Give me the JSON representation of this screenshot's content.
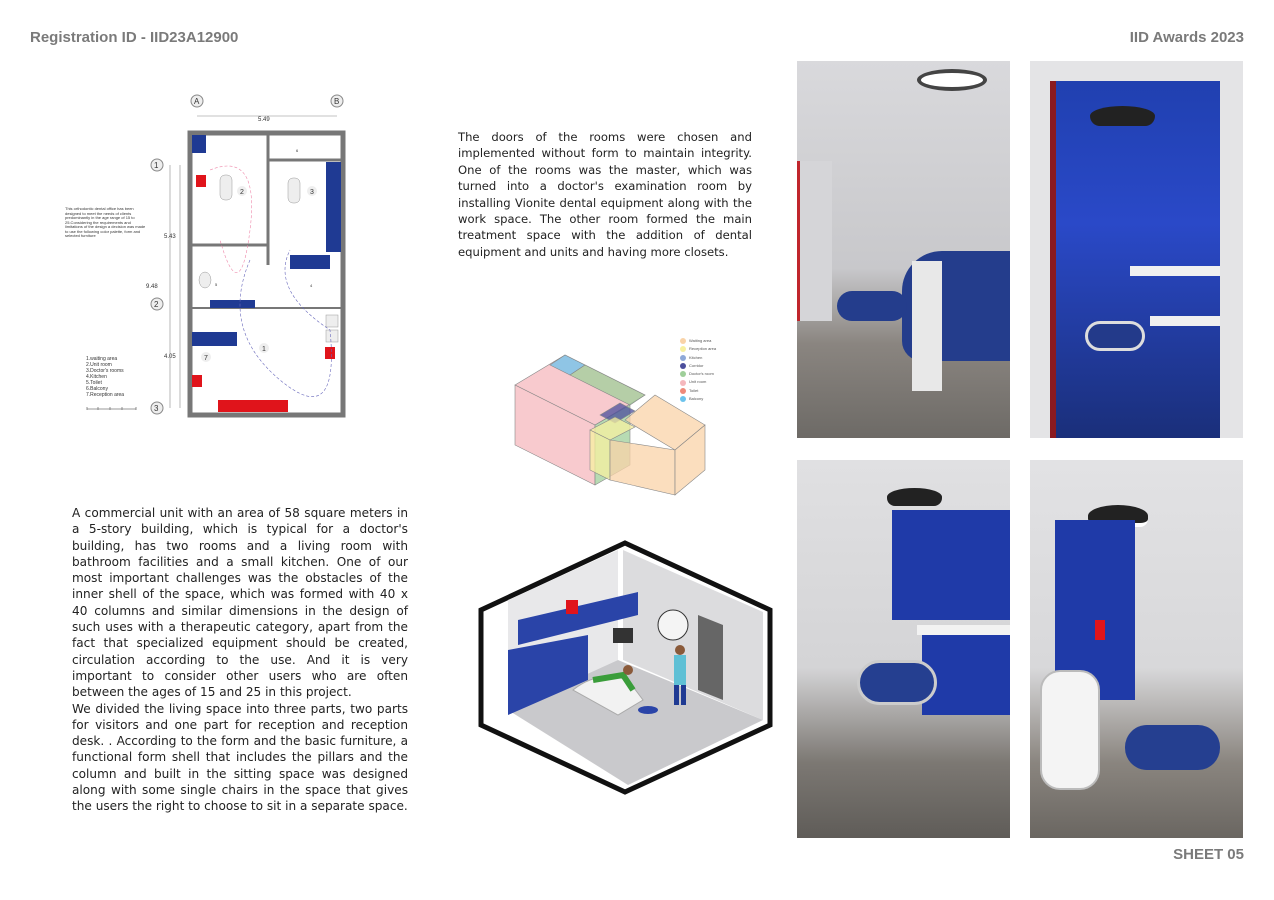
{
  "header": {
    "registration": "Registration ID - IID23A12900",
    "award": "IID Awards 2023"
  },
  "footer": {
    "sheet": "SHEET 05"
  },
  "plan": {
    "axes": [
      "A",
      "B",
      "1",
      "2",
      "3"
    ],
    "dimensions": [
      "5.49",
      "5.43",
      "9.48",
      "4.05"
    ],
    "room_numbers": [
      "1",
      "2",
      "3",
      "4",
      "5",
      "6",
      "7"
    ],
    "note": "This orthodontic dental office has been designed to meet the needs of clients predominantly in the age range of 15 to 25.Considering the requirements and limitations of the design a decision was made to use the following color palette, form and selected furniture",
    "legend": [
      "1.waiting area",
      "2.Unit room",
      "3.Doctor's rooms",
      "4.Kitchen",
      "5.Toilet",
      "6.Balcony",
      "7.Reception area"
    ]
  },
  "text_top": "  The doors of the rooms were chosen and implemented without form to maintain integrity. One of the rooms was the master, which was turned into a doctor's examination room by installing Vionite dental equipment along with the work space. The other room formed the main treatment space with the addition of dental equipment and units and having more closets.",
  "text_main": "A commercial unit with an area of 58 square meters in a 5-story building, which is typical for a doctor's building, has two rooms and a living room with bathroom facilities and a small kitchen.  One of our most important challenges was the obstacles of the inner shell of the space, which was formed with 40 x 40 columns and similar dimensions in the design of such uses with a therapeutic category, apart from the fact that specialized equipment should be created, circulation according to the use.  And it is very important to consider other users who are often between the ages of 15 and 25 in this project.\n We divided the living space into three parts, two parts for visitors and one part for reception and reception desk.  .  According to the form and the basic furniture, a functional form shell that includes the pillars and the column and built in the sitting space was designed along with some single chairs in the space that gives the users the right to choose to sit in a separate space.",
  "axo_legend": [
    {
      "label": "Waiting area",
      "color": "#f9d3a8"
    },
    {
      "label": "Reception area",
      "color": "#f7f0a0"
    },
    {
      "label": "Kitchen",
      "color": "#8fa9d8"
    },
    {
      "label": "Corridor",
      "color": "#4b4e9c"
    },
    {
      "label": "Doctor's room",
      "color": "#9fcf9a"
    },
    {
      "label": "Unit room",
      "color": "#f5b8bd"
    },
    {
      "label": "Toilet",
      "color": "#ef8a7a"
    },
    {
      "label": "Balcony",
      "color": "#6cc3ec"
    }
  ],
  "colors": {
    "brand_blue": "#1f3a93",
    "accent_red": "#e0141b",
    "header_grey": "#7a7a7a"
  }
}
